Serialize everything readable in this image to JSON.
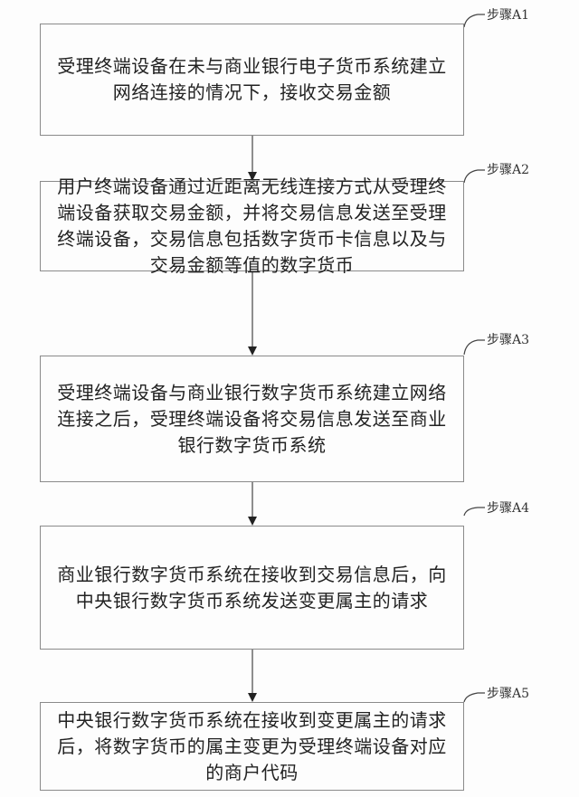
{
  "diagram": {
    "type": "flowchart",
    "steps": [
      {
        "label": "步骤A1",
        "text": "受理终端设备在未与商业银行电子货币系统建立网络连接的情况下，接收交易金额"
      },
      {
        "label": "步骤A2",
        "text": "用户终端设备通过近距离无线连接方式从受理终端设备获取交易金额，并将交易信息发送至受理终端设备，交易信息包括数字货币卡信息以及与交易金额等值的数字货币"
      },
      {
        "label": "步骤A3",
        "text": "受理终端设备与商业银行数字货币系统建立网络连接之后，受理终端设备将交易信息发送至商业银行数字货币系统"
      },
      {
        "label": "步骤A4",
        "text": "商业银行数字货币系统在接收到交易信息后，向中央银行数字货币系统发送变更属主的请求"
      },
      {
        "label": "步骤A5",
        "text": "中央银行数字货币系统在接收到变更属主的请求后，将数字货币的属主变更为受理终端设备对应的商户代码"
      }
    ]
  }
}
